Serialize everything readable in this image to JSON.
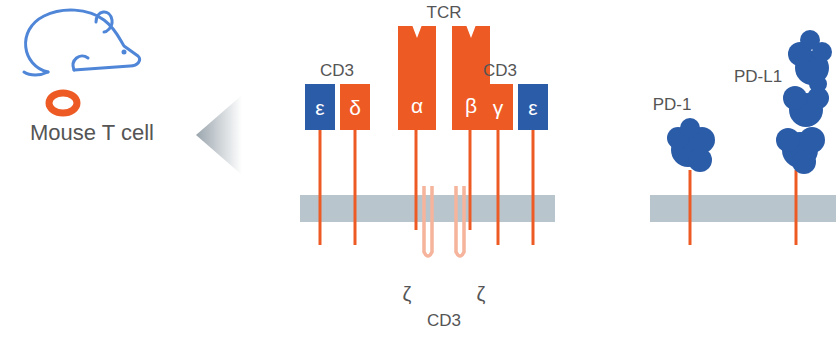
{
  "diagram": {
    "nodes": [
      {
        "text": [
          "ε"
        ]
      },
      {
        "text": [
          "δ"
        ]
      },
      {
        "text": [
          "α"
        ]
      },
      {
        "text": [
          "β"
        ]
      },
      {
        "text": [
          "γ"
        ]
      },
      {
        "text": [
          "ε"
        ]
      }
    ],
    "labels": [
      "Mouse T cell",
      "TCR",
      "CD3",
      "CD3",
      "ζ",
      "ζ",
      "CD3",
      "PD-1",
      "PD-L1"
    ]
  }
}
